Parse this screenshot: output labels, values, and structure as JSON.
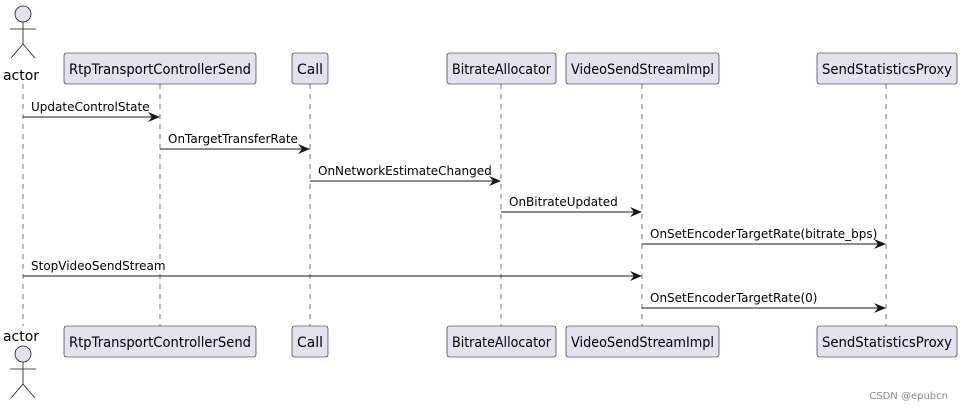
{
  "participants": [
    {
      "id": "actor",
      "label": "actor",
      "kind": "actor"
    },
    {
      "id": "rtp",
      "label": "RtpTransportControllerSend",
      "kind": "box"
    },
    {
      "id": "call",
      "label": "Call",
      "kind": "box"
    },
    {
      "id": "bitrate",
      "label": "BitrateAllocator",
      "kind": "box"
    },
    {
      "id": "vssi",
      "label": "VideoSendStreamImpl",
      "kind": "box"
    },
    {
      "id": "ssp",
      "label": "SendStatisticsProxy",
      "kind": "box"
    }
  ],
  "messages": [
    {
      "from": "actor",
      "to": "rtp",
      "label": "UpdateControlState"
    },
    {
      "from": "rtp",
      "to": "call",
      "label": "OnTargetTransferRate"
    },
    {
      "from": "call",
      "to": "bitrate",
      "label": "OnNetworkEstimateChanged"
    },
    {
      "from": "bitrate",
      "to": "vssi",
      "label": "OnBitrateUpdated"
    },
    {
      "from": "vssi",
      "to": "ssp",
      "label": "OnSetEncoderTargetRate(bitrate_bps)"
    },
    {
      "from": "actor",
      "to": "vssi",
      "label": "StopVideoSendStream"
    },
    {
      "from": "vssi",
      "to": "ssp",
      "label": "OnSetEncoderTargetRate(0)"
    }
  ],
  "colors": {
    "participant_fill": "#e2e2f0",
    "line": "#181818"
  },
  "watermark": "CSDN @epubcn"
}
